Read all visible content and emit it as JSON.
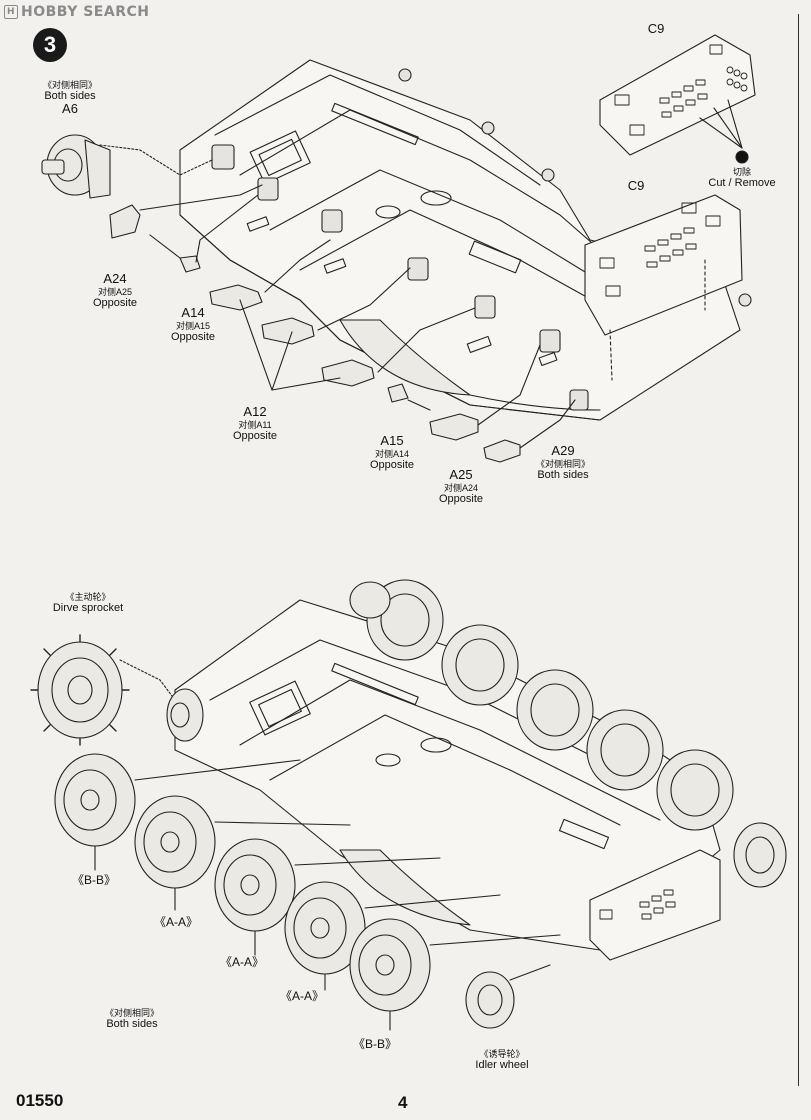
{
  "watermark": {
    "brand": "HOBBY SEARCH",
    "logo_letter": "H"
  },
  "step_number": "3",
  "footer": {
    "product_code": "01550",
    "page_number": "4"
  },
  "top_labels": {
    "a6": {
      "cn": "《对侧相同》",
      "en": "Both sides",
      "code": "A6"
    },
    "c9_top": {
      "code": "C9"
    },
    "cut_remove": {
      "cn": "切除",
      "en": "Cut / Remove"
    },
    "c9_mid": {
      "code": "C9"
    },
    "a24": {
      "code": "A24",
      "cn": "对侧A25",
      "en": "Opposite"
    },
    "a14": {
      "code": "A14",
      "cn": "对侧A15",
      "en": "Opposite"
    },
    "a12": {
      "code": "A12",
      "cn": "对侧A11",
      "en": "Opposite"
    },
    "a15": {
      "code": "A15",
      "cn": "对侧A14",
      "en": "Opposite"
    },
    "a29": {
      "code": "A29",
      "cn": "《对侧相同》",
      "en": "Both sides"
    },
    "a25": {
      "code": "A25",
      "cn": "对侧A24",
      "en": "Opposite"
    }
  },
  "bottom_labels": {
    "sprocket": {
      "cn": "《主动轮》",
      "en": "Dirve sprocket"
    },
    "bb_left": "《B-B》",
    "aa_1": "《A-A》",
    "aa_2": "《A-A》",
    "aa_3": "《A-A》",
    "bb_right": "《B-B》",
    "both_sides": {
      "cn": "《对侧相同》",
      "en": "Both sides"
    },
    "idler": {
      "cn": "《诱导轮》",
      "en": "Idler wheel"
    }
  }
}
